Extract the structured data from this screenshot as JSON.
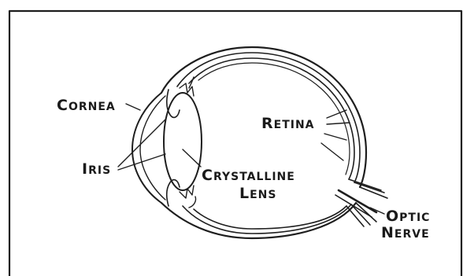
{
  "labels": {
    "cornea": {
      "cap": "C",
      "rest": "ORNEA"
    },
    "iris": {
      "cap": "I",
      "rest": "RIS"
    },
    "retina": {
      "cap": "R",
      "rest": "ETINA"
    },
    "lens_line1": {
      "cap": "C",
      "rest": "RYSTALLINE"
    },
    "lens_line2": {
      "cap": "L",
      "rest": "ENS"
    },
    "optic": {
      "cap": "O",
      "rest": "PTIC"
    },
    "nerve": {
      "cap": "N",
      "rest": "ERVE"
    }
  },
  "colors": {
    "ink": "#1e1e1e",
    "background": "#ffffff"
  }
}
